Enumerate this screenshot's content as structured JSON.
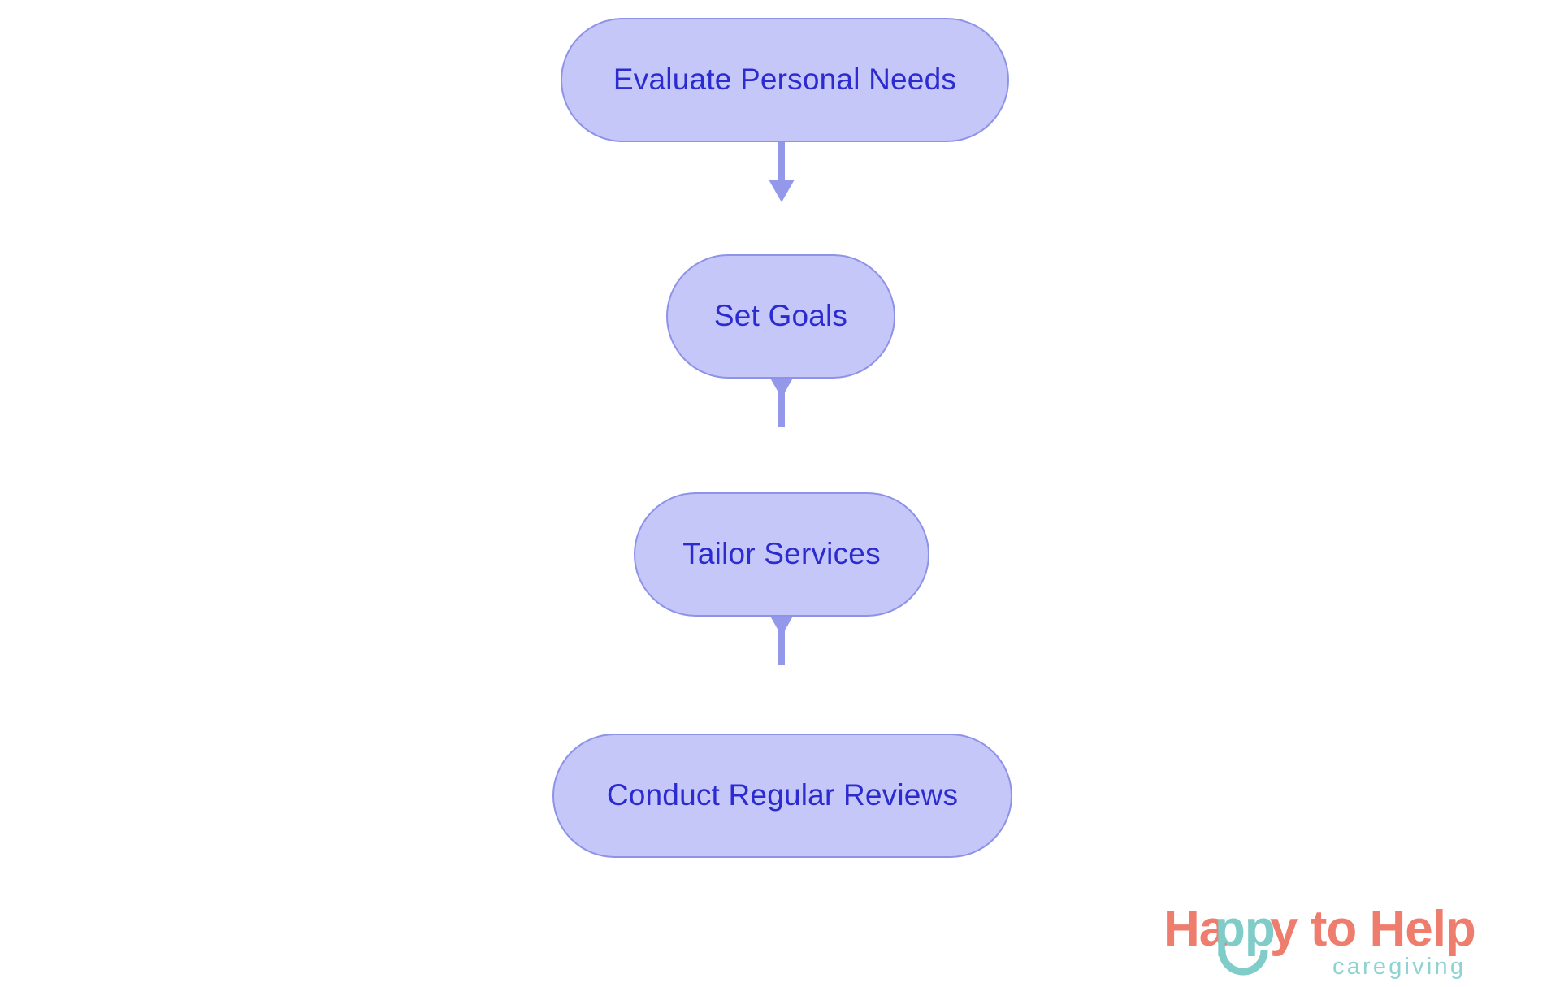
{
  "diagram": {
    "type": "flowchart",
    "orientation": "vertical-top-to-bottom",
    "background_color": "#FFFFFF",
    "node_fill_color": "#C5C7F8",
    "node_border_color": "#8E92E8",
    "node_text_color": "#2B2BD0",
    "connector_color": "#9498EA",
    "nodes": [
      {
        "id": "evaluate-personal-needs",
        "label": "Evaluate Personal Needs",
        "order": 1
      },
      {
        "id": "set-goals",
        "label": "Set Goals",
        "order": 2
      },
      {
        "id": "tailor-services",
        "label": "Tailor Services",
        "order": 3
      },
      {
        "id": "conduct-regular-reviews",
        "label": "Conduct Regular Reviews",
        "order": 4
      }
    ],
    "edges": [
      {
        "from": "evaluate-personal-needs",
        "to": "set-goals",
        "label": ""
      },
      {
        "from": "set-goals",
        "to": "tailor-services",
        "label": ""
      },
      {
        "from": "tailor-services",
        "to": "conduct-regular-reviews",
        "label": ""
      }
    ]
  },
  "logo": {
    "wordmark_part_1": "Ha",
    "wordmark_part_2": "pp",
    "wordmark_part_3": "y to Help",
    "tagline": "caregiving",
    "primary_color": "#EE7D6E",
    "accent_color": "#7FCCC9"
  }
}
